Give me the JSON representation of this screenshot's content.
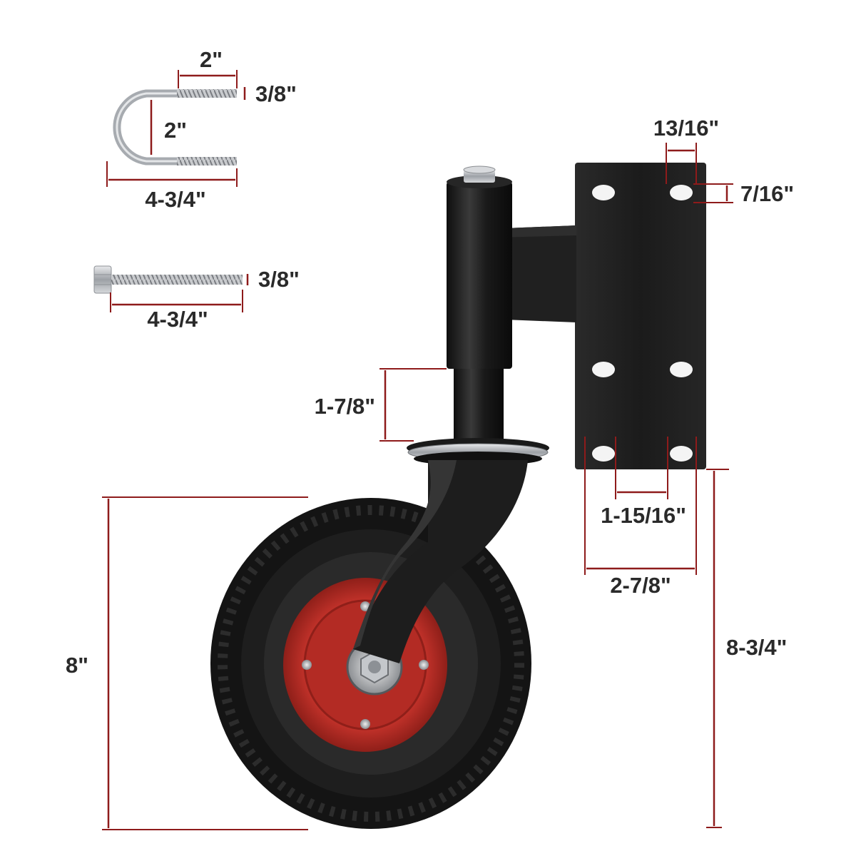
{
  "colors": {
    "background": "#ffffff",
    "dimension_line": "#8e1b1b",
    "label_text": "#2a2a2a",
    "bracket_black": "#1c1c1c",
    "rim_red": "#c8342c",
    "tire_black": "#141414",
    "steel": "#b9bcc0"
  },
  "parts": {
    "u_bolt": {
      "icon": "u-bolt-icon",
      "thread_length": "2\"",
      "diameter": "3/8\"",
      "inner_width": "2\"",
      "length": "4-3/4\""
    },
    "hex_bolt": {
      "icon": "hex-bolt-icon",
      "diameter": "3/8\"",
      "length": "4-3/4\""
    },
    "mount_plate": {
      "icon": "mount-plate-icon",
      "slot_width": "13/16\"",
      "slot_height": "7/16\"",
      "hole_spacing": "1-15/16\"",
      "plate_width": "2-7/8\"",
      "total_height": "8-3/4\""
    },
    "stem": {
      "exposed_length": "1-7/8\""
    },
    "wheel": {
      "icon": "caster-wheel-icon",
      "diameter": "8\""
    }
  }
}
